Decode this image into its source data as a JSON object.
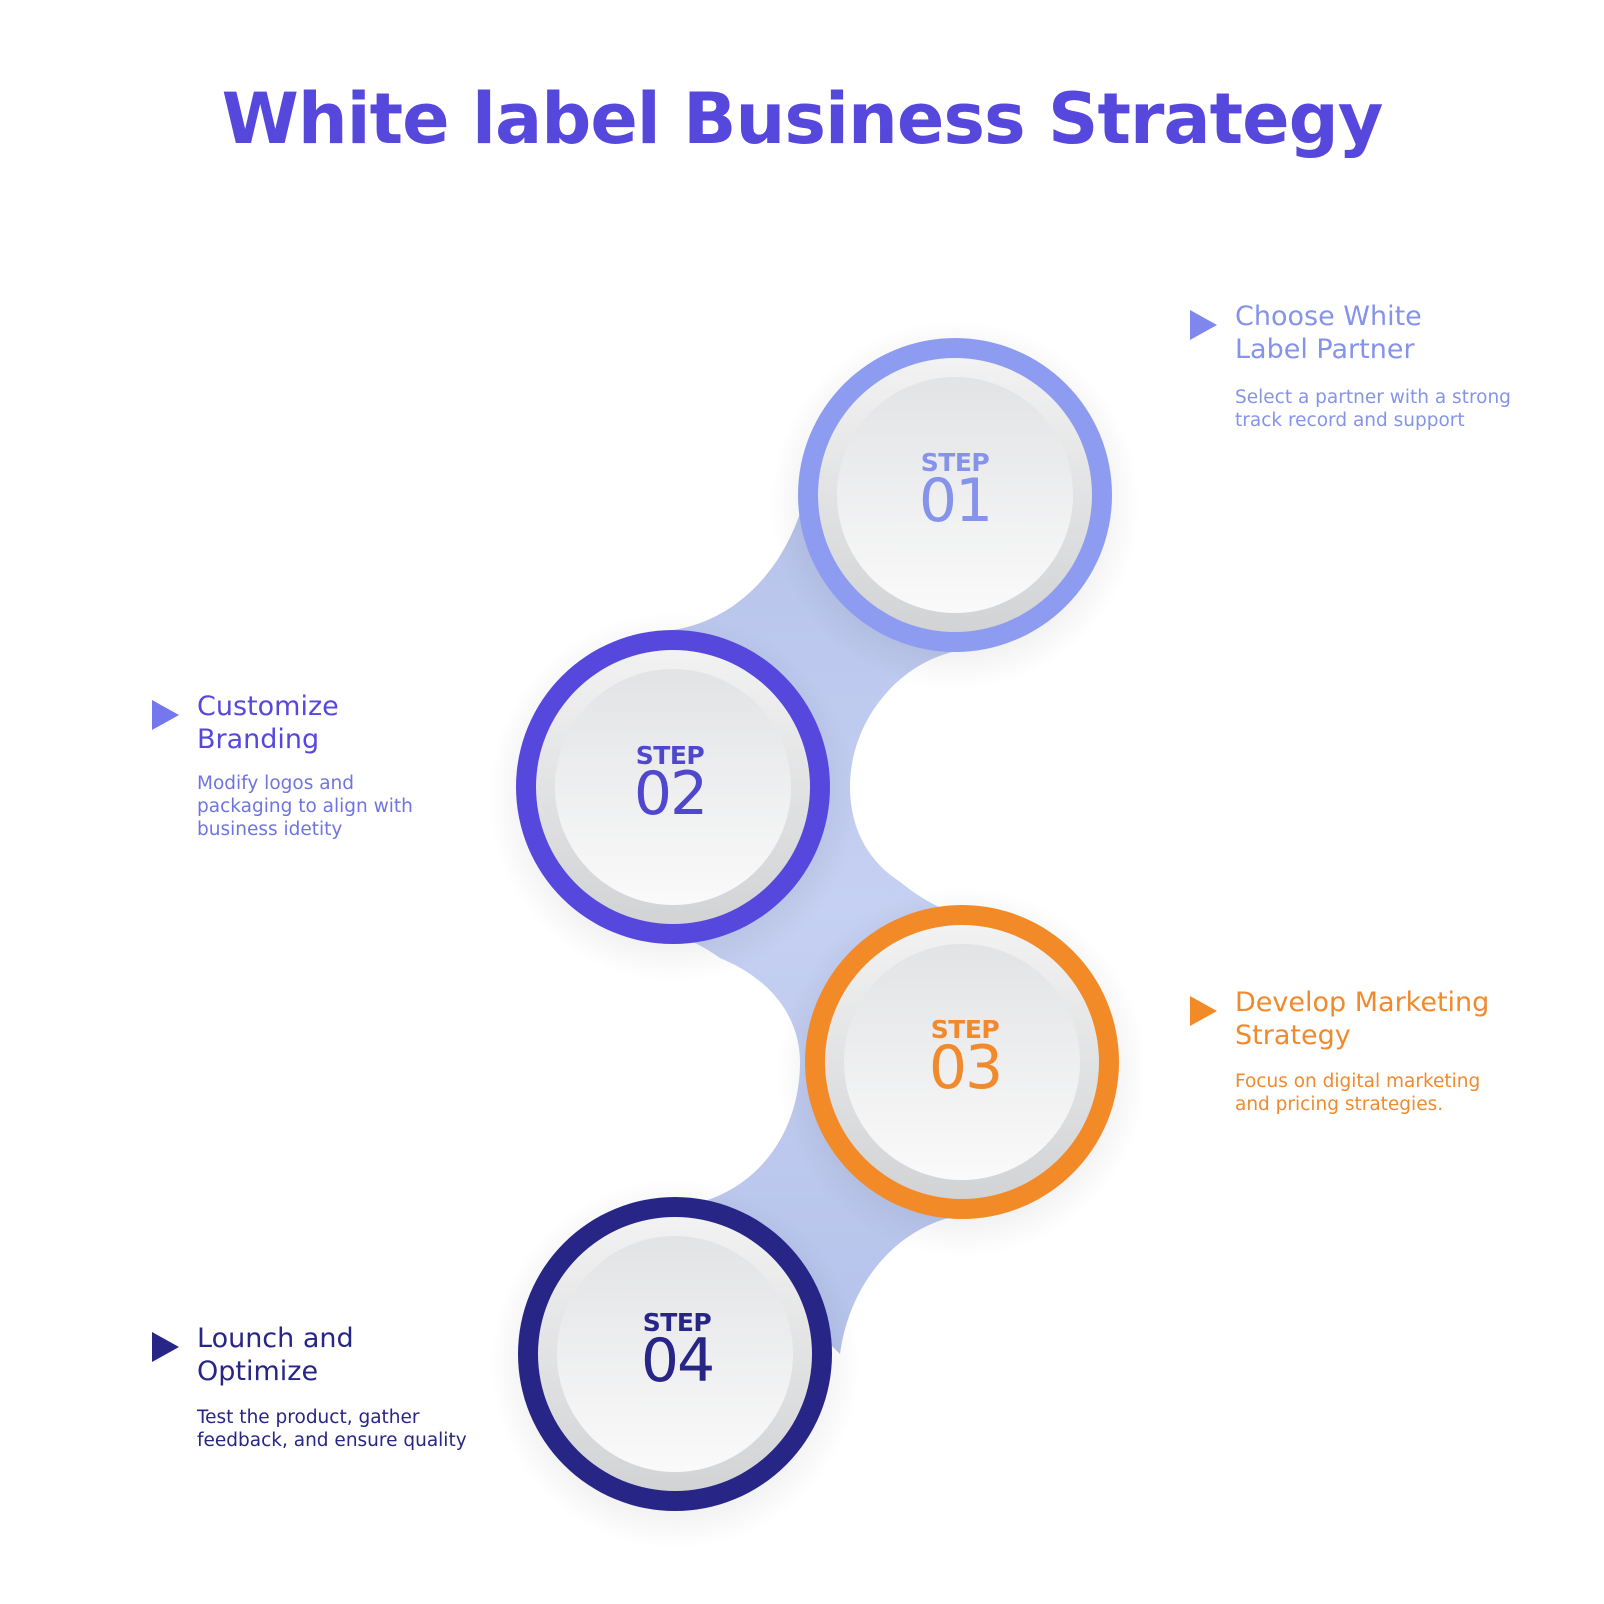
{
  "title": "White label Business Strategy",
  "colors": {
    "title": "#5648dc",
    "connector": "#c0ccf0",
    "step1": "#8d9cf0",
    "step2": "#5648dc",
    "step3": "#f28a28",
    "step4": "#272585",
    "step1_text": "#8593ea",
    "step2_heading": "#5648dc",
    "step2_desc": "#6f74e0",
    "step3_text": "#f08a2c",
    "step4_text": "#272585"
  },
  "steps": [
    {
      "step_word": "STEP",
      "number": "01",
      "heading": "Choose White\nLabel Partner",
      "description": "Select a partner with a strong\ntrack record and support",
      "icon": "play-triangle-icon"
    },
    {
      "step_word": "STEP",
      "number": "02",
      "heading": "Customize\nBranding",
      "description": "Modify logos and\npackaging to align with\nbusiness idetity",
      "icon": "play-triangle-icon"
    },
    {
      "step_word": "STEP",
      "number": "03",
      "heading": "Develop Marketing\nStrategy",
      "description": "Focus on digital marketing\nand pricing strategies.",
      "icon": "play-triangle-icon"
    },
    {
      "step_word": "STEP",
      "number": "04",
      "heading": "Lounch and\nOptimize",
      "description": "Test the product, gather\nfeedback, and ensure quality",
      "icon": "play-triangle-icon"
    }
  ]
}
